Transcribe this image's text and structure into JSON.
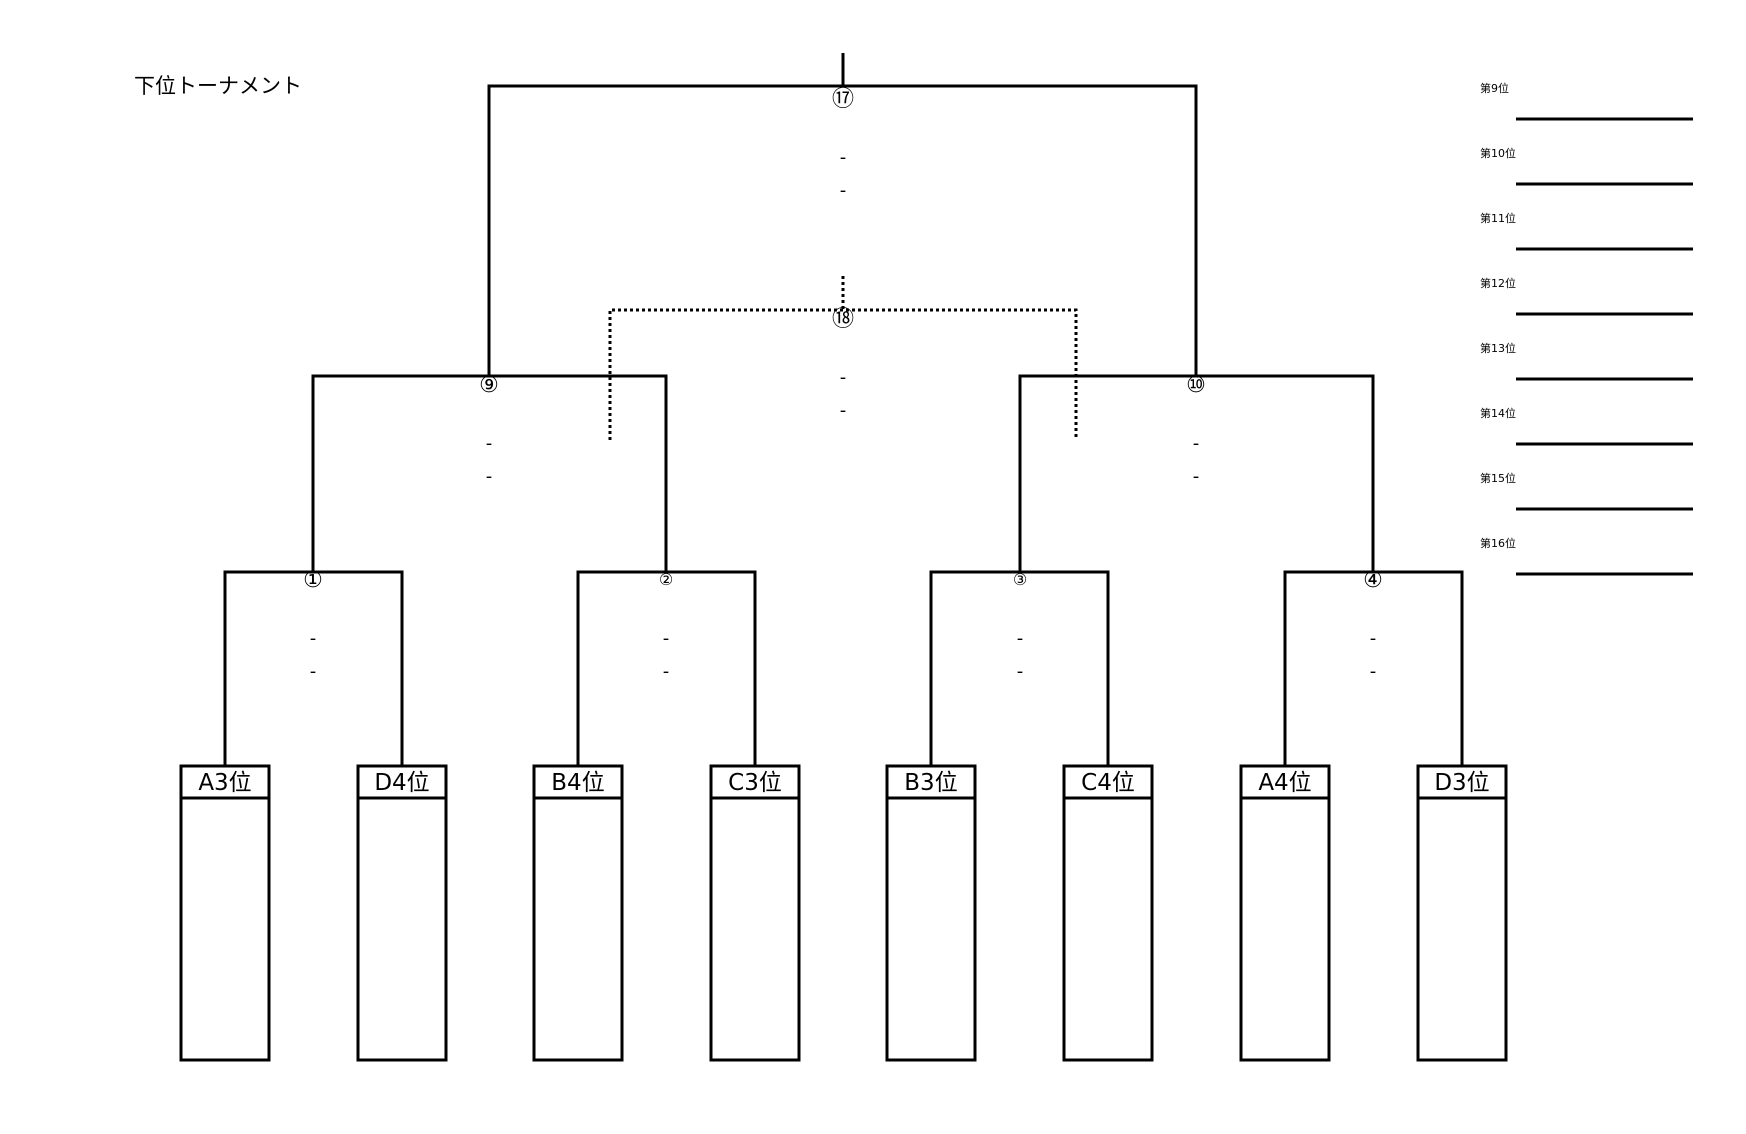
{
  "title": "下位トーナメント",
  "matches": {
    "m1": {
      "label": "①",
      "score_top": "-",
      "score_bottom": "-"
    },
    "m2": {
      "label": "②",
      "score_top": "-",
      "score_bottom": "-"
    },
    "m3": {
      "label": "③",
      "score_top": "-",
      "score_bottom": "-"
    },
    "m4": {
      "label": "④",
      "score_top": "-",
      "score_bottom": "-"
    },
    "m9": {
      "label": "⑨",
      "score_top": "-",
      "score_bottom": "-"
    },
    "m10": {
      "label": "⑩",
      "score_top": "-",
      "score_bottom": "-"
    },
    "m17": {
      "label": "⑰",
      "score_top": "-",
      "score_bottom": "-"
    },
    "m18": {
      "label": "⑱",
      "score_top": "-",
      "score_bottom": "-"
    }
  },
  "slots": [
    "A3位",
    "D4位",
    "B4位",
    "C3位",
    "B3位",
    "C4位",
    "A4位",
    "D3位"
  ],
  "rankings": [
    "第9位",
    "第10位",
    "第11位",
    "第12位",
    "第13位",
    "第14位",
    "第15位",
    "第16位"
  ]
}
